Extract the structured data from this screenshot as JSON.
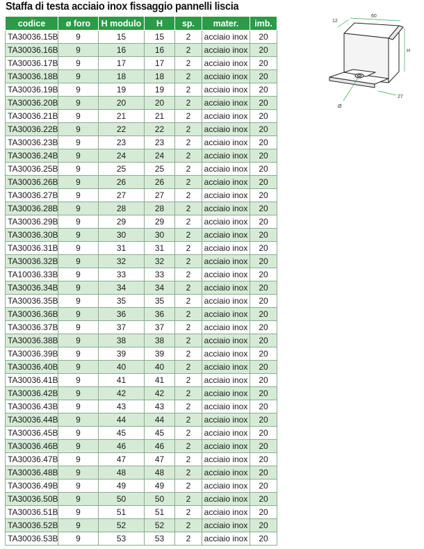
{
  "title": "Staffa di testa acciaio inox fissaggio pannelli liscia",
  "table": {
    "headers": [
      "codice",
      "ø foro",
      "H modulo",
      "H",
      "sp.",
      "mater.",
      "imb."
    ],
    "rows": [
      [
        "TA30036.15B",
        "9",
        "15",
        "15",
        "2",
        "acciaio inox",
        "20"
      ],
      [
        "TA30036.16B",
        "9",
        "16",
        "16",
        "2",
        "acciaio inox",
        "20"
      ],
      [
        "TA30036.17B",
        "9",
        "17",
        "17",
        "2",
        "acciaio inox",
        "20"
      ],
      [
        "TA30036.18B",
        "9",
        "18",
        "18",
        "2",
        "acciaio inox",
        "20"
      ],
      [
        "TA30036.19B",
        "9",
        "19",
        "19",
        "2",
        "acciaio inox",
        "20"
      ],
      [
        "TA30036.20B",
        "9",
        "20",
        "20",
        "2",
        "acciaio inox",
        "20"
      ],
      [
        "TA30036.21B",
        "9",
        "21",
        "21",
        "2",
        "acciaio inox",
        "20"
      ],
      [
        "TA30036.22B",
        "9",
        "22",
        "22",
        "2",
        "acciaio inox",
        "20"
      ],
      [
        "TA30036.23B",
        "9",
        "23",
        "23",
        "2",
        "acciaio inox",
        "20"
      ],
      [
        "TA30036.24B",
        "9",
        "24",
        "24",
        "2",
        "acciaio inox",
        "20"
      ],
      [
        "TA30036.25B",
        "9",
        "25",
        "25",
        "2",
        "acciaio inox",
        "20"
      ],
      [
        "TA30036.26B",
        "9",
        "26",
        "26",
        "2",
        "acciaio inox",
        "20"
      ],
      [
        "TA30036.27B",
        "9",
        "27",
        "27",
        "2",
        "acciaio inox",
        "20"
      ],
      [
        "TA30036.28B",
        "9",
        "28",
        "28",
        "2",
        "acciaio inox",
        "20"
      ],
      [
        "TA30036.29B",
        "9",
        "29",
        "29",
        "2",
        "acciaio inox",
        "20"
      ],
      [
        "TA30036.30B",
        "9",
        "30",
        "30",
        "2",
        "acciaio inox",
        "20"
      ],
      [
        "TA30036.31B",
        "9",
        "31",
        "31",
        "2",
        "acciaio inox",
        "20"
      ],
      [
        "TA30036.32B",
        "9",
        "32",
        "32",
        "2",
        "acciaio inox",
        "20"
      ],
      [
        "TA10036.33B",
        "9",
        "33",
        "33",
        "2",
        "acciaio inox",
        "20"
      ],
      [
        "TA30036.34B",
        "9",
        "34",
        "34",
        "2",
        "acciaio inox",
        "20"
      ],
      [
        "TA30036.35B",
        "9",
        "35",
        "35",
        "2",
        "acciaio inox",
        "20"
      ],
      [
        "TA30036.36B",
        "9",
        "36",
        "36",
        "2",
        "acciaio inox",
        "20"
      ],
      [
        "TA30036.37B",
        "9",
        "37",
        "37",
        "2",
        "acciaio inox",
        "20"
      ],
      [
        "TA30036.38B",
        "9",
        "38",
        "38",
        "2",
        "acciaio inox",
        "20"
      ],
      [
        "TA30036.39B",
        "9",
        "39",
        "39",
        "2",
        "acciaio inox",
        "20"
      ],
      [
        "TA30036.40B",
        "9",
        "40",
        "40",
        "2",
        "acciaio inox",
        "20"
      ],
      [
        "TA30036.41B",
        "9",
        "41",
        "41",
        "2",
        "acciaio inox",
        "20"
      ],
      [
        "TA30036.42B",
        "9",
        "42",
        "42",
        "2",
        "acciaio inox",
        "20"
      ],
      [
        "TA30036.43B",
        "9",
        "43",
        "43",
        "2",
        "acciaio inox",
        "20"
      ],
      [
        "TA30036.44B",
        "9",
        "44",
        "44",
        "2",
        "acciaio inox",
        "20"
      ],
      [
        "TA30036.45B",
        "9",
        "45",
        "45",
        "2",
        "acciaio inox",
        "20"
      ],
      [
        "TA30036.46B",
        "9",
        "46",
        "46",
        "2",
        "acciaio inox",
        "20"
      ],
      [
        "TA30036.47B",
        "9",
        "47",
        "47",
        "2",
        "acciaio inox",
        "20"
      ],
      [
        "TA30036.48B",
        "9",
        "48",
        "48",
        "2",
        "acciaio inox",
        "20"
      ],
      [
        "TA30036.49B",
        "9",
        "49",
        "49",
        "2",
        "acciaio inox",
        "20"
      ],
      [
        "TA30036.50B",
        "9",
        "50",
        "50",
        "2",
        "acciaio inox",
        "20"
      ],
      [
        "TA30036.51B",
        "9",
        "51",
        "51",
        "2",
        "acciaio inox",
        "20"
      ],
      [
        "TA30036.52B",
        "9",
        "52",
        "52",
        "2",
        "acciaio inox",
        "20"
      ],
      [
        "TA30036.53B",
        "9",
        "53",
        "53",
        "2",
        "acciaio inox",
        "20"
      ]
    ]
  },
  "drawing": {
    "dim_12": "12",
    "dim_60": "60",
    "dim_h": "H",
    "dim_27": "27",
    "dim_hole": "Ø"
  },
  "colors": {
    "header_green": "#2d9a47",
    "row_alt_green": "#d6ebd6",
    "dimension_line_green": "#3aa655"
  }
}
